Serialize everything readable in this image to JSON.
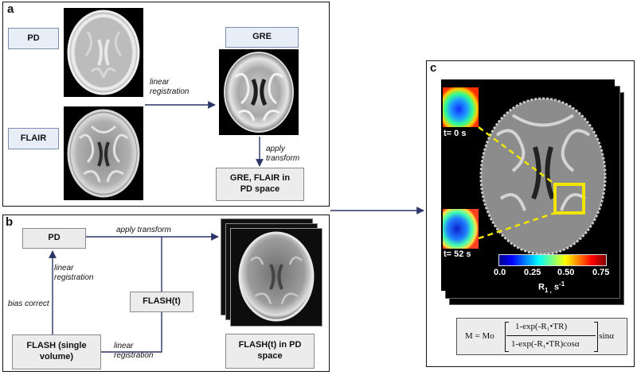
{
  "panel_a": {
    "letter": "a",
    "pd": "PD",
    "flair": "FLAIR",
    "gre": "GRE",
    "linear_registration": "linear\nregistration",
    "apply_transform": "apply\ntransform",
    "result": "GRE, FLAIR in\nPD space"
  },
  "panel_b": {
    "letter": "b",
    "pd": "PD",
    "apply_transform": "apply transform",
    "linear_registration_up": "linear\nregistration",
    "bias_correct": "bias correct",
    "flash_t": "FLASH(t)",
    "flash_single": "FLASH (single\nvolume)",
    "linear_registration_down": "linear\nregistration",
    "result": "FLASH(t) in PD\nspace"
  },
  "panel_c": {
    "letter": "c",
    "t0": "t= 0 s",
    "t52": "t= 52 s",
    "colorbar_ticks": [
      "0.0",
      "0.25",
      "0.50",
      "0.75"
    ],
    "colorbar_label": "R",
    "colorbar_label_sub": "1 ,",
    "colorbar_label_unit": " s",
    "colorbar_label_sup": "-1",
    "equation": {
      "lhs": "M = Mo",
      "numerator": "1-exp(-R₁•TR)",
      "denominator": "1-exp(-R₁•TR)cosα",
      "rhs": "sinα"
    }
  },
  "colors": {
    "box_blue": "#e8eef8",
    "box_gray": "#ececec",
    "arrow": "#2b3566",
    "highlight": "#f2e600"
  }
}
